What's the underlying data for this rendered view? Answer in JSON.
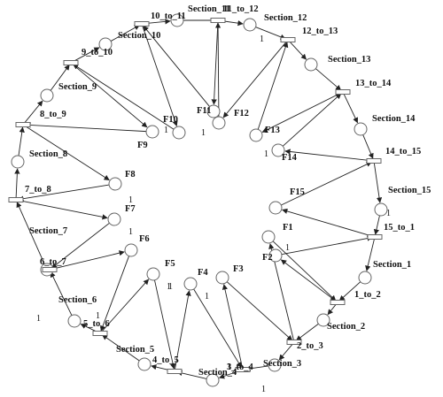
{
  "sections": [
    {
      "id": "S1",
      "label": "Section_1"
    },
    {
      "id": "S2",
      "label": "Section_2"
    },
    {
      "id": "S3",
      "label": "Section_3"
    },
    {
      "id": "S4",
      "label": "Section_4"
    },
    {
      "id": "S5",
      "label": "Section_5"
    },
    {
      "id": "S6",
      "label": "Section_6"
    },
    {
      "id": "S7",
      "label": "Section_7"
    },
    {
      "id": "S8",
      "label": "Section_8"
    },
    {
      "id": "S9",
      "label": "Section_9"
    },
    {
      "id": "S10",
      "label": "Section_10"
    },
    {
      "id": "S11",
      "label": "Section_11"
    },
    {
      "id": "S12",
      "label": "Section_12"
    },
    {
      "id": "S13",
      "label": "Section_13"
    },
    {
      "id": "S14",
      "label": "Section_14"
    },
    {
      "id": "S15",
      "label": "Section_15"
    }
  ],
  "transitions": [
    {
      "id": "T1_2",
      "label": "1_to_2"
    },
    {
      "id": "T2_3",
      "label": "2_to_3"
    },
    {
      "id": "T3_4",
      "label": "3_to_4"
    },
    {
      "id": "T4_5",
      "label": "4_to_5"
    },
    {
      "id": "T5_6",
      "label": "5_to_6"
    },
    {
      "id": "T6_7",
      "label": "6_to_7"
    },
    {
      "id": "T7_8",
      "label": "7_to_8"
    },
    {
      "id": "T8_9",
      "label": "8_to_9"
    },
    {
      "id": "T9_10",
      "label": "9_to_10"
    },
    {
      "id": "T10_11",
      "label": "10_to_11"
    },
    {
      "id": "T11_12",
      "label": "11_to_12"
    },
    {
      "id": "T12_13",
      "label": "12_to_13"
    },
    {
      "id": "T13_14",
      "label": "13_to_14"
    },
    {
      "id": "T14_15",
      "label": "14_to_15"
    },
    {
      "id": "T15_1",
      "label": "15_to_1"
    }
  ],
  "fplaces": [
    {
      "id": "F1",
      "label": "F1"
    },
    {
      "id": "F2",
      "label": "F2"
    },
    {
      "id": "F3",
      "label": "F3"
    },
    {
      "id": "F4",
      "label": "F4"
    },
    {
      "id": "F5",
      "label": "F5"
    },
    {
      "id": "F6",
      "label": "F6"
    },
    {
      "id": "F7",
      "label": "F7"
    },
    {
      "id": "F8",
      "label": "F8"
    },
    {
      "id": "F9",
      "label": "F9"
    },
    {
      "id": "F10",
      "label": "F10"
    },
    {
      "id": "F11",
      "label": "F11"
    },
    {
      "id": "F12",
      "label": "F12"
    },
    {
      "id": "F13",
      "label": "F13"
    },
    {
      "id": "F14",
      "label": "F14"
    },
    {
      "id": "F15",
      "label": "F15"
    }
  ],
  "markings": [
    {
      "id": "m1",
      "text": "1"
    },
    {
      "id": "m2",
      "text": "1"
    },
    {
      "id": "m3",
      "text": "1"
    },
    {
      "id": "m4",
      "text": "1"
    },
    {
      "id": "m5",
      "text": "1"
    },
    {
      "id": "m6",
      "text": "1"
    },
    {
      "id": "m7",
      "text": "1"
    },
    {
      "id": "m8",
      "text": "1"
    },
    {
      "id": "m9",
      "text": "1"
    },
    {
      "id": "m10",
      "text": "1"
    },
    {
      "id": "m11",
      "text": "1"
    },
    {
      "id": "m12",
      "text": "1"
    },
    {
      "id": "m13",
      "text": "1"
    },
    {
      "id": "m14",
      "text": "1"
    },
    {
      "id": "m15",
      "text": "1"
    }
  ],
  "arcs": [
    [
      "T15_1",
      "S1"
    ],
    [
      "S1",
      "T1_2"
    ],
    [
      "T1_2",
      "S2"
    ],
    [
      "S2",
      "T2_3"
    ],
    [
      "T2_3",
      "S3"
    ],
    [
      "S3",
      "T3_4"
    ],
    [
      "T3_4",
      "S4"
    ],
    [
      "S4",
      "T4_5"
    ],
    [
      "T4_5",
      "S5"
    ],
    [
      "S5",
      "T5_6"
    ],
    [
      "T5_6",
      "S6"
    ],
    [
      "S6",
      "T6_7"
    ],
    [
      "T6_7",
      "S7"
    ],
    [
      "S7",
      "T7_8"
    ],
    [
      "T7_8",
      "S8"
    ],
    [
      "S8",
      "T8_9"
    ],
    [
      "T8_9",
      "S9"
    ],
    [
      "S9",
      "T9_10"
    ],
    [
      "T9_10",
      "S10"
    ],
    [
      "S10",
      "T10_11"
    ],
    [
      "T10_11",
      "S11"
    ],
    [
      "S11",
      "T11_12"
    ],
    [
      "T11_12",
      "S12"
    ],
    [
      "S12",
      "T12_13"
    ],
    [
      "T12_13",
      "S13"
    ],
    [
      "S13",
      "T13_14"
    ],
    [
      "T13_14",
      "S14"
    ],
    [
      "S14",
      "T14_15"
    ],
    [
      "T14_15",
      "S15"
    ],
    [
      "S15",
      "T15_1"
    ],
    [
      "F1",
      "T15_1"
    ],
    [
      "T1_2",
      "F1"
    ],
    [
      "F2",
      "T1_2"
    ],
    [
      "T2_3",
      "F2"
    ],
    [
      "F3",
      "T2_3"
    ],
    [
      "T3_4",
      "F3"
    ],
    [
      "F4",
      "T3_4"
    ],
    [
      "T4_5",
      "F4"
    ],
    [
      "F5",
      "T4_5"
    ],
    [
      "T5_6",
      "F5"
    ],
    [
      "F6",
      "T5_6"
    ],
    [
      "T6_7",
      "F6"
    ],
    [
      "F7",
      "T6_7"
    ],
    [
      "T7_8",
      "F7"
    ],
    [
      "F8",
      "T7_8"
    ],
    [
      "T8_9",
      "F8"
    ],
    [
      "F9",
      "T8_9"
    ],
    [
      "T9_10",
      "F9"
    ],
    [
      "F10",
      "T9_10"
    ],
    [
      "T10_11",
      "F10"
    ],
    [
      "F11",
      "T10_11"
    ],
    [
      "T11_12",
      "F11"
    ],
    [
      "F12",
      "T11_12"
    ],
    [
      "T12_13",
      "F12"
    ],
    [
      "F13",
      "T12_13"
    ],
    [
      "T13_14",
      "F13"
    ],
    [
      "F14",
      "T13_14"
    ],
    [
      "T14_15",
      "F14"
    ],
    [
      "F15",
      "T14_15"
    ],
    [
      "T15_1",
      "F15"
    ]
  ]
}
